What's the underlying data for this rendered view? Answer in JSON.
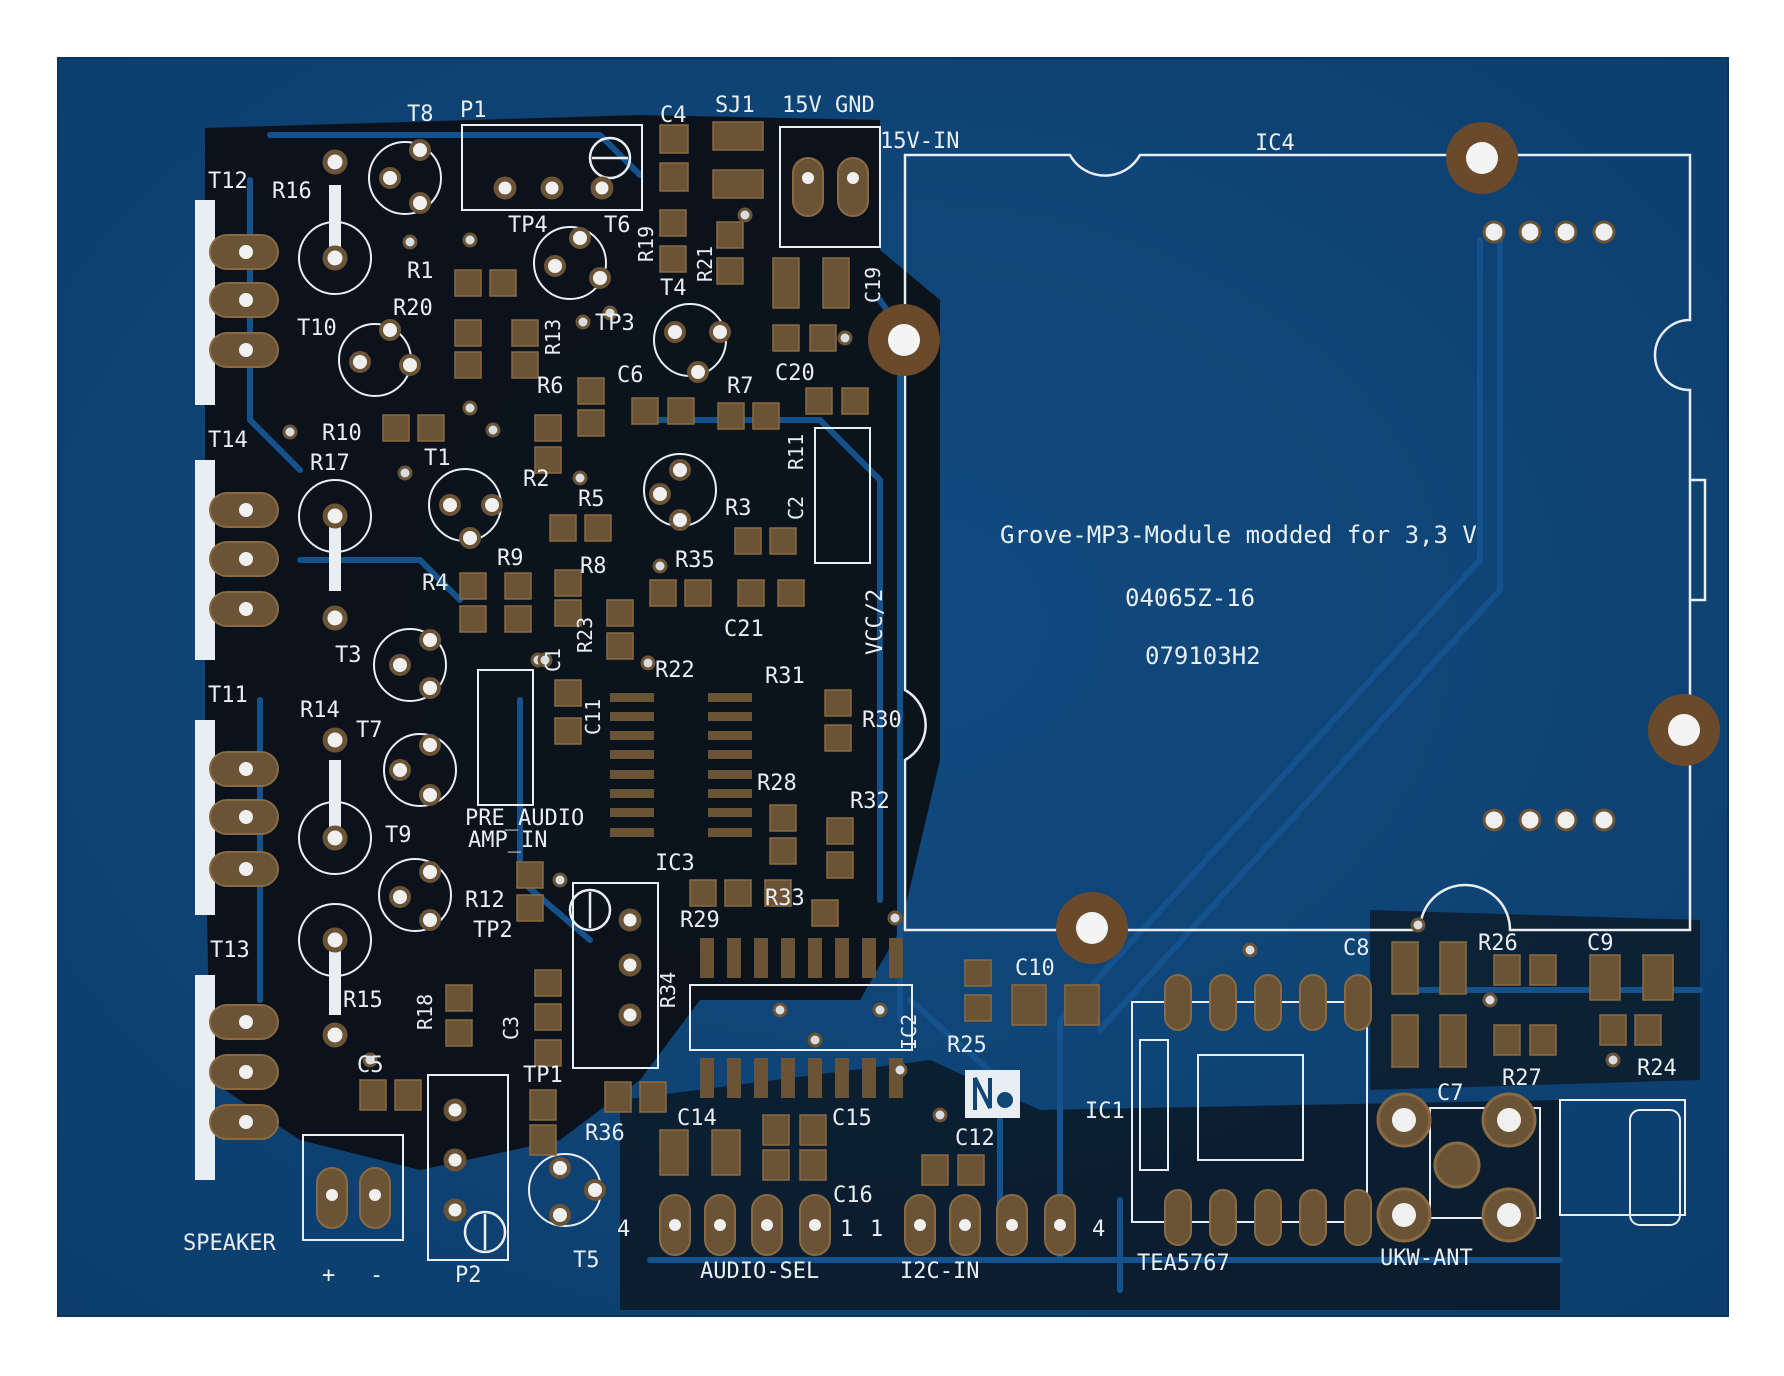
{
  "image": {
    "colors": {
      "board": "#0f4577",
      "board_edge": "#0a3560",
      "copper_trace": "#15528c",
      "black_component_area": "#0b0f14",
      "pad": "#6b5335",
      "silkscreen": "#e9eef2",
      "background": "#ffffff"
    },
    "board_text": {
      "mod_note": "Grove-MP3-Module modded for 3,3 V",
      "board_id": "04065Z-16",
      "board_rev": "079103H2"
    },
    "connectors": {
      "power_header": "15V GND",
      "power_in": "15V-IN",
      "speaker": "SPEAKER",
      "speaker_plus": "+",
      "speaker_minus": "-",
      "audio_sel": "AUDIO-SEL",
      "i2c_in": "I2C-IN",
      "radio_chip": "TEA5767",
      "antenna": "UKW-ANT",
      "pre_audio": "PRE_AUDIO",
      "amp_in": "AMP_IN",
      "vcc_half": "VCC/2",
      "pin_4a": "4",
      "pin_1a": "1",
      "pin_1b": "1",
      "pin_4b": "4"
    },
    "designators": {
      "T8": "T8",
      "P1": "P1",
      "C4": "C4",
      "SJ1": "SJ1",
      "IC4": "IC4",
      "T12": "T12",
      "R16": "R16",
      "TP4": "TP4",
      "T6": "T6",
      "R19": "R19",
      "R21": "R21",
      "C19": "C19",
      "R1": "R1",
      "R13": "R13",
      "T4": "T4",
      "R20": "R20",
      "T10": "T10",
      "TP3": "TP3",
      "C6": "C6",
      "C20": "C20",
      "R6": "R6",
      "R7": "R7",
      "T14": "T14",
      "R10": "R10",
      "R11": "R11",
      "R17": "R17",
      "T1": "T1",
      "R2": "R2",
      "C2": "C2",
      "R5": "R5",
      "R3": "R3",
      "R9": "R9",
      "R8": "R8",
      "R35": "R35",
      "R4": "R4",
      "R23": "R23",
      "C21": "C21",
      "T3": "T3",
      "C1": "C1",
      "R22": "R22",
      "T11": "T11",
      "R31": "R31",
      "C11": "C11",
      "R30": "R30",
      "R14": "R14",
      "T7": "T7",
      "R28": "R28",
      "T9": "T9",
      "R32": "R32",
      "IC3": "IC3",
      "R12": "R12",
      "R33": "R33",
      "R29": "R29",
      "TP2": "TP2",
      "T13": "T13",
      "R34": "R34",
      "C8": "C8",
      "R26": "R26",
      "C9": "C9",
      "C10": "C10",
      "R15": "R15",
      "R18": "R18",
      "C3": "C3",
      "IC2": "IC2",
      "R25": "R25",
      "C5": "C5",
      "TP1": "TP1",
      "IC1": "IC1",
      "C7": "C7",
      "R27": "R27",
      "R24": "R24",
      "C14": "C14",
      "C15": "C15",
      "C12": "C12",
      "R36": "R36",
      "C16": "C16",
      "T5": "T5",
      "P2": "P2"
    }
  }
}
